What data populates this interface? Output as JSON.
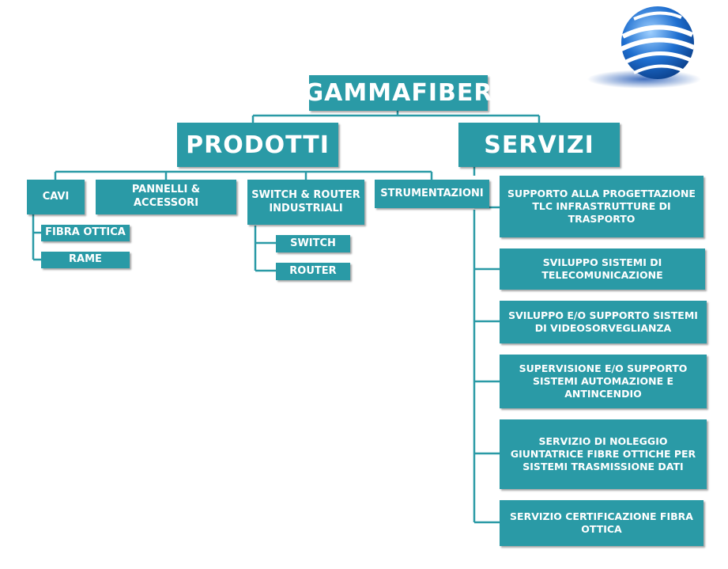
{
  "root": {
    "label": "GAMMAFIBER"
  },
  "categories": [
    {
      "label": "PRODOTTI",
      "groups": [
        {
          "label": "CAVI",
          "items": [
            "FIBRA OTTICA",
            "RAME"
          ]
        },
        {
          "label": "PANNELLI & ACCESSORI",
          "items": []
        },
        {
          "label": "SWITCH & ROUTER INDUSTRIALI",
          "items": [
            "SWITCH",
            "ROUTER"
          ]
        },
        {
          "label": "STRUMENTAZIONI",
          "items": []
        }
      ]
    },
    {
      "label": "SERVIZI",
      "items": [
        "SUPPORTO ALLA PROGETTAZIONE TLC INFRASTRUTTURE DI TRASPORTO",
        "SVILUPPO SISTEMI DI TELECOMUNICAZIONE",
        "SVILUPPO E/O SUPPORTO SISTEMI DI VIDEOSORVEGLIANZA",
        "SUPERVISIONE E/O SUPPORTO SISTEMI AUTOMAZIONE E ANTINCENDIO",
        "SERVIZIO DI NOLEGGIO GIUNTATRICE FIBRE OTTICHE PER SISTEMI TRASMISSIONE DATI",
        "SERVIZIO CERTIFICAZIONE FIBRA OTTICA"
      ]
    }
  ],
  "colors": {
    "box": "#2a9aa6",
    "text": "#ffffff",
    "globe": "#1e6fd0"
  },
  "icons": {
    "logo": "globe-logo-icon"
  }
}
